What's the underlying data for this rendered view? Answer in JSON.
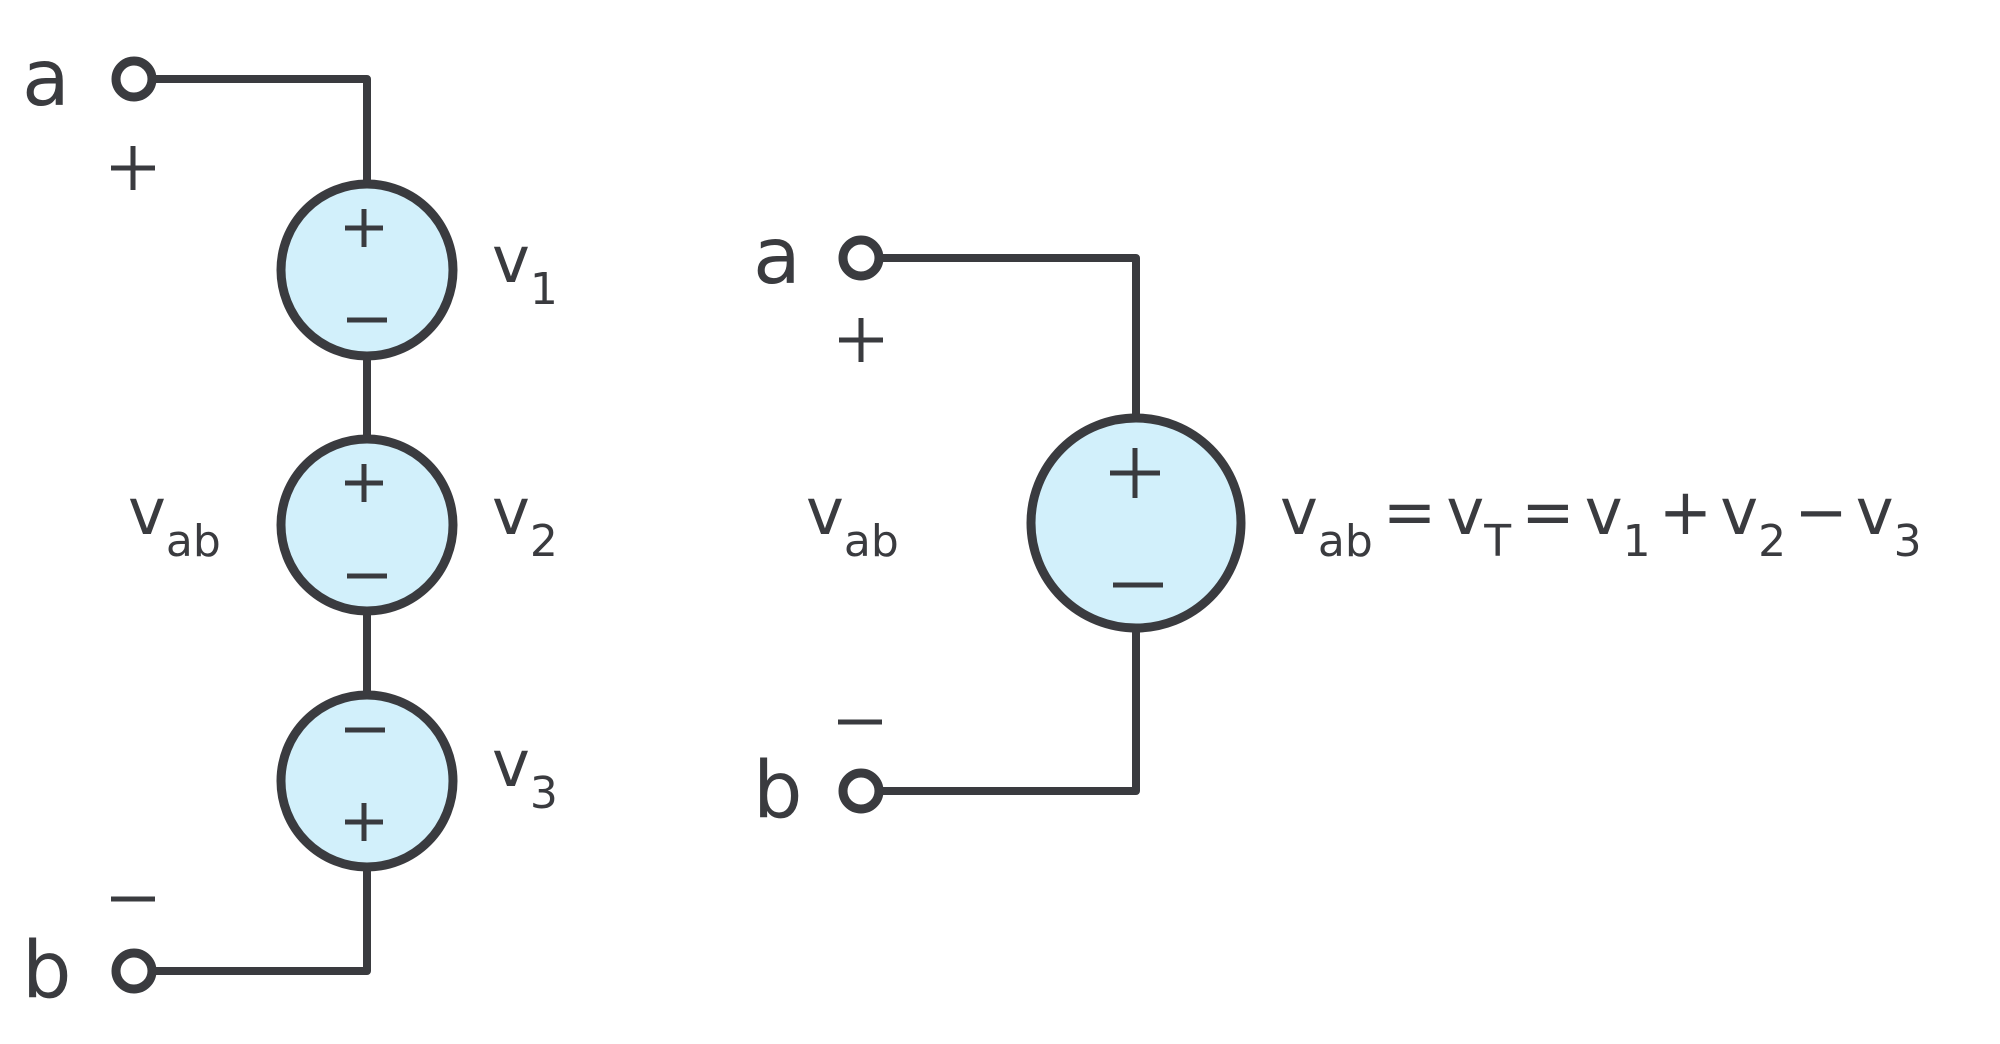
{
  "colors": {
    "ink": "#3a3b3f",
    "source_fill": "#d2f0fb",
    "background": "#ffffff"
  },
  "series_circuit": {
    "terminal_a": "a",
    "terminal_b": "b",
    "plus": "+",
    "minus": "−",
    "vab_main": "v",
    "vab_sub": "ab",
    "sources": [
      {
        "main": "v",
        "sub": "1",
        "top": "+",
        "bottom": "−"
      },
      {
        "main": "v",
        "sub": "2",
        "top": "+",
        "bottom": "−"
      },
      {
        "main": "v",
        "sub": "3",
        "top": "−",
        "bottom": "+"
      }
    ]
  },
  "equivalent_circuit": {
    "terminal_a": "a",
    "terminal_b": "b",
    "plus": "+",
    "minus": "−",
    "vab_main": "v",
    "vab_sub": "ab",
    "source_top": "+",
    "source_bottom": "−",
    "equation": {
      "lhs_main": "v",
      "lhs_sub": "ab",
      "eq1": "=",
      "t_main": "v",
      "t_sub": "T",
      "eq2": "=",
      "v1_main": "v",
      "v1_sub": "1",
      "op1": "+",
      "v2_main": "v",
      "v2_sub": "2",
      "op2": "−",
      "v3_main": "v",
      "v3_sub": "3"
    }
  }
}
